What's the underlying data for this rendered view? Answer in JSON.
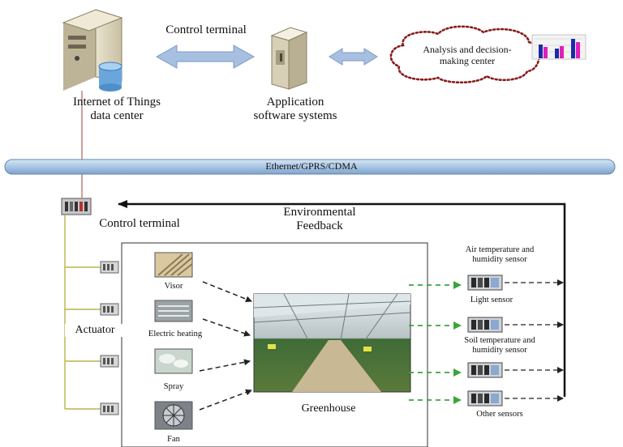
{
  "top": {
    "control_terminal_label": "Control terminal",
    "iot_center_line1": "Internet of Things",
    "iot_center_line2": "data center",
    "app_software_line1": "Application",
    "app_software_line2": "software systems",
    "analysis_line1": "Analysis and decision-",
    "analysis_line2": "making center"
  },
  "network": {
    "bus_label": "Ethernet/GPRS/CDMA"
  },
  "field": {
    "control_terminal_label": "Control terminal",
    "feedback_line1": "Environmental",
    "feedback_line2": "Feedback",
    "actuator_label": "Actuator",
    "greenhouse_label": "Greenhouse"
  },
  "actuators": [
    {
      "label": "Visor"
    },
    {
      "label": "Electric heating"
    },
    {
      "label": "Spray"
    },
    {
      "label": "Fan"
    }
  ],
  "sensors": {
    "air_line1": "Air temperature and",
    "air_line2": "humidity sensor",
    "light": "Light sensor",
    "soil_line1": "Soil temperature and",
    "soil_line2": "humidity sensor",
    "other": "Other sensors"
  },
  "colors": {
    "bus": "#a9c6e4",
    "double_arrow": "#a7bfe0",
    "cloud_border": "#8b1a1a",
    "wire_top": "#b06060",
    "wire_field": "#b8b44a",
    "green_arrow": "#3aa63a"
  }
}
